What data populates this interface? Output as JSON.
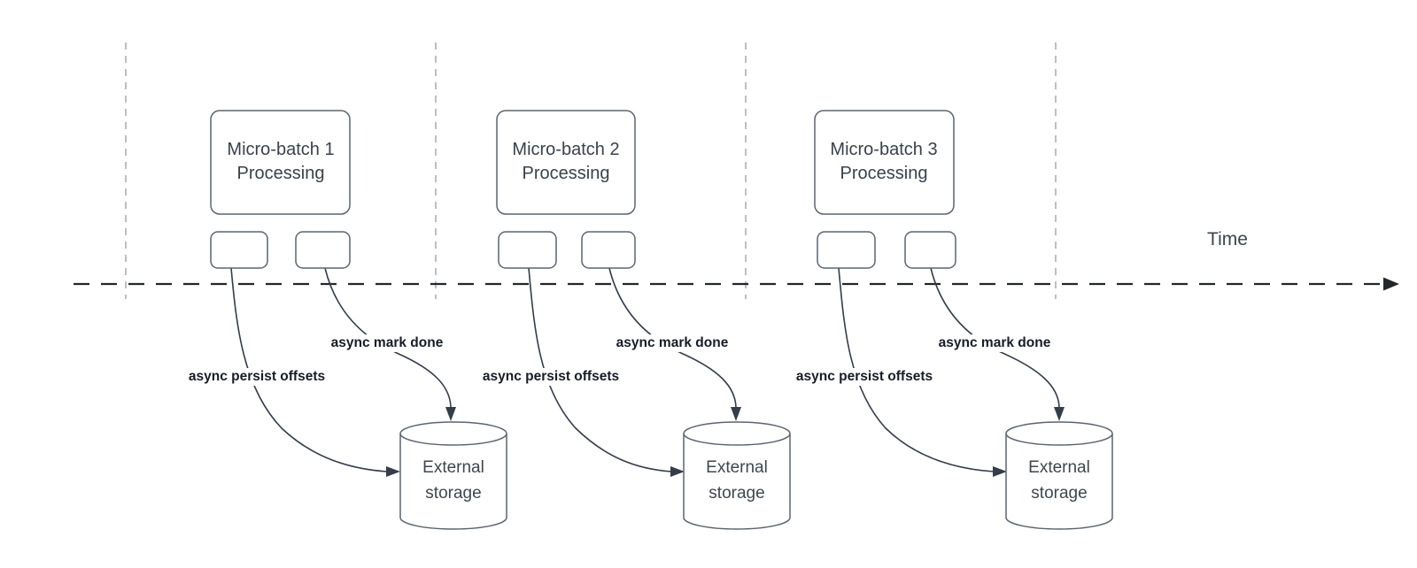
{
  "timeline": {
    "label": "Time"
  },
  "groups": [
    {
      "box_line1": "Micro-batch 1",
      "box_line2": "Processing",
      "persist_label": "async persist offsets",
      "done_label": "async mark done",
      "storage_line1": "External",
      "storage_line2": "storage"
    },
    {
      "box_line1": "Micro-batch 2",
      "box_line2": "Processing",
      "persist_label": "async persist offsets",
      "done_label": "async mark done",
      "storage_line1": "External",
      "storage_line2": "storage"
    },
    {
      "box_line1": "Micro-batch 3",
      "box_line2": "Processing",
      "persist_label": "async persist offsets",
      "done_label": "async mark done",
      "storage_line1": "External",
      "storage_line2": "storage"
    }
  ],
  "colors": {
    "node_stroke": "#5c6470",
    "arrow": "#353d4b",
    "timeline_axis": "#23272c",
    "gridline": "#abaeb3",
    "node_text": "#3a414b",
    "edge_label_text": "#171c26",
    "background": "#ffffff"
  }
}
